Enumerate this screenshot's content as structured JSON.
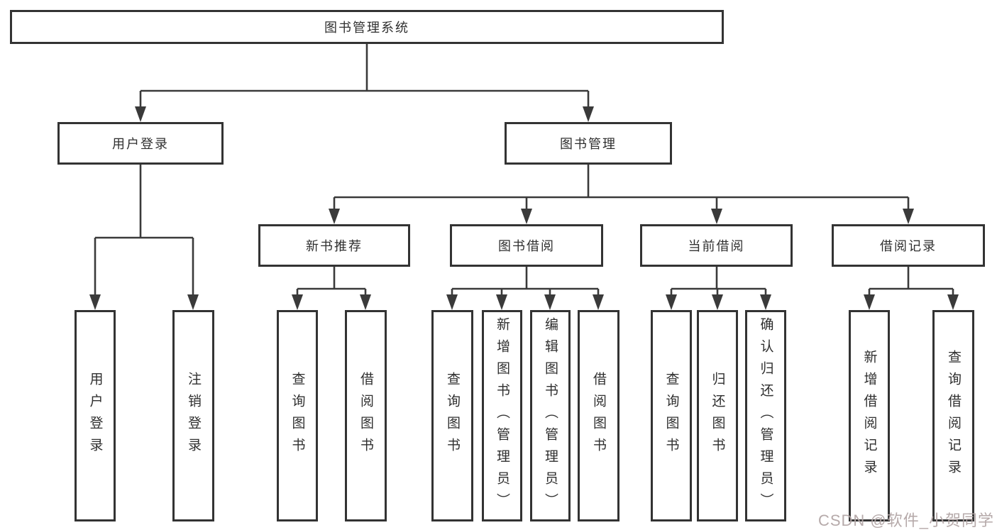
{
  "colors": {
    "background": "#ffffff",
    "box_border": "#333333",
    "line": "#3a3a3a",
    "text": "#2f2f2f",
    "watermark": "#b2a5a5"
  },
  "watermark": {
    "text": "CSDN @软件_小贺同学"
  },
  "tree": {
    "root": "图书管理系统",
    "children": [
      {
        "label": "用户登录",
        "children": [
          "用户登录",
          "注销登录"
        ]
      },
      {
        "label": "图书管理",
        "children": [
          {
            "label": "新书推荐",
            "children": [
              "查询图书",
              "借阅图书"
            ]
          },
          {
            "label": "图书借阅",
            "children": [
              "查询图书",
              "新增图书（管理员）",
              "编辑图书（管理员）",
              "借阅图书"
            ]
          },
          {
            "label": "当前借阅",
            "children": [
              "查询图书",
              "归还图书",
              "确认归还（管理员）"
            ]
          },
          {
            "label": "借阅记录",
            "children": [
              "新增借阅记录",
              "查询借阅记录"
            ]
          }
        ]
      }
    ]
  }
}
